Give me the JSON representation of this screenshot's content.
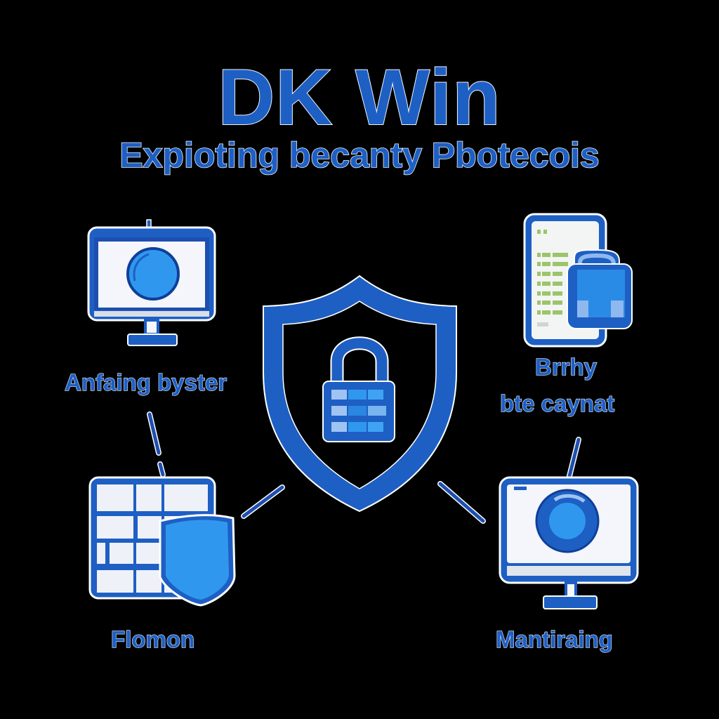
{
  "header": {
    "title": "DK Win",
    "subtitle": "Expioting becanty Pbotecois"
  },
  "nodes": {
    "center": {
      "icon": "shield-lock-icon"
    },
    "top_left": {
      "icon": "monitor-circle-icon",
      "label": "Anfaing byster"
    },
    "top_right": {
      "icon": "document-lock-icon",
      "label_line1": "Brrhy",
      "label_line2": "bte caynat"
    },
    "bottom_left": {
      "icon": "grid-shield-icon",
      "label": "Flomon"
    },
    "bottom_right": {
      "icon": "monitor-refresh-icon",
      "label": "Mantiraing"
    }
  },
  "colors": {
    "background": "#000000",
    "primary_blue": "#1e5fc4",
    "light_blue": "#2f8fe8",
    "outline": "#ffffff",
    "doc_green": "#9cc46a"
  }
}
